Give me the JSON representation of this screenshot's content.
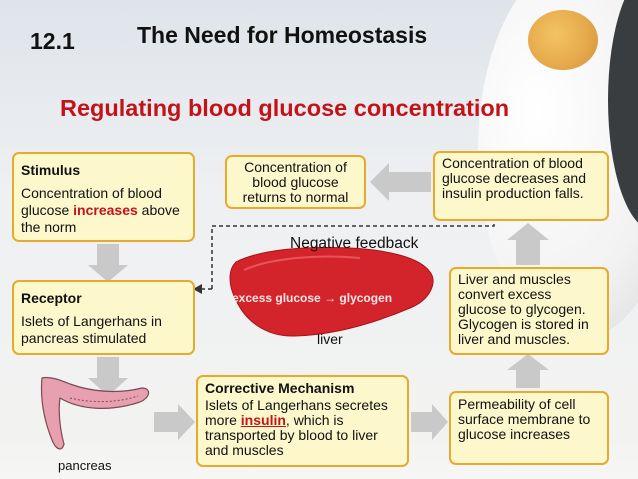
{
  "header": {
    "section_number": "12.1",
    "title": "The Need for Homeostasis"
  },
  "diagram": {
    "subtitle": "Regulating blood glucose concentration",
    "stimulus": {
      "heading": "Stimulus",
      "text_before": "Concentration of blood glucose ",
      "highlight": "increases",
      "text_after": " above the norm"
    },
    "receptor": {
      "heading": "Receptor",
      "text": "Islets of Langerhans in pancreas stimulated"
    },
    "corrective": {
      "heading": "Corrective Mechanism",
      "text_before": "Islets of Langerhans secretes more ",
      "highlight": "insulin",
      "text_after": ", which is transported by blood to liver and muscles"
    },
    "permeability": {
      "text": "Permeability of cell surface membrane to glucose increases"
    },
    "liver_muscles": {
      "text": "Liver and muscles convert excess glucose to glycogen. Glycogen is stored in liver and muscles."
    },
    "decreases": {
      "text": "Concentration of blood glucose decreases and insulin production falls."
    },
    "returns": {
      "text": "Concentration of blood glucose returns to normal"
    },
    "negative_feedback": "Negative feedback",
    "liver_label": "liver",
    "pancreas_label": "pancreas",
    "liver_reaction": {
      "from": "excess glucose",
      "arrow": "→",
      "to": "glycogen"
    }
  },
  "colors": {
    "box_fill": "#fcf8cc",
    "box_border": "#e7a92e",
    "highlight_red": "#c31319",
    "arrow_gray": "#c9c9c9",
    "liver_red": "#d4242b",
    "pancreas_pink": "#e8a0b0"
  }
}
